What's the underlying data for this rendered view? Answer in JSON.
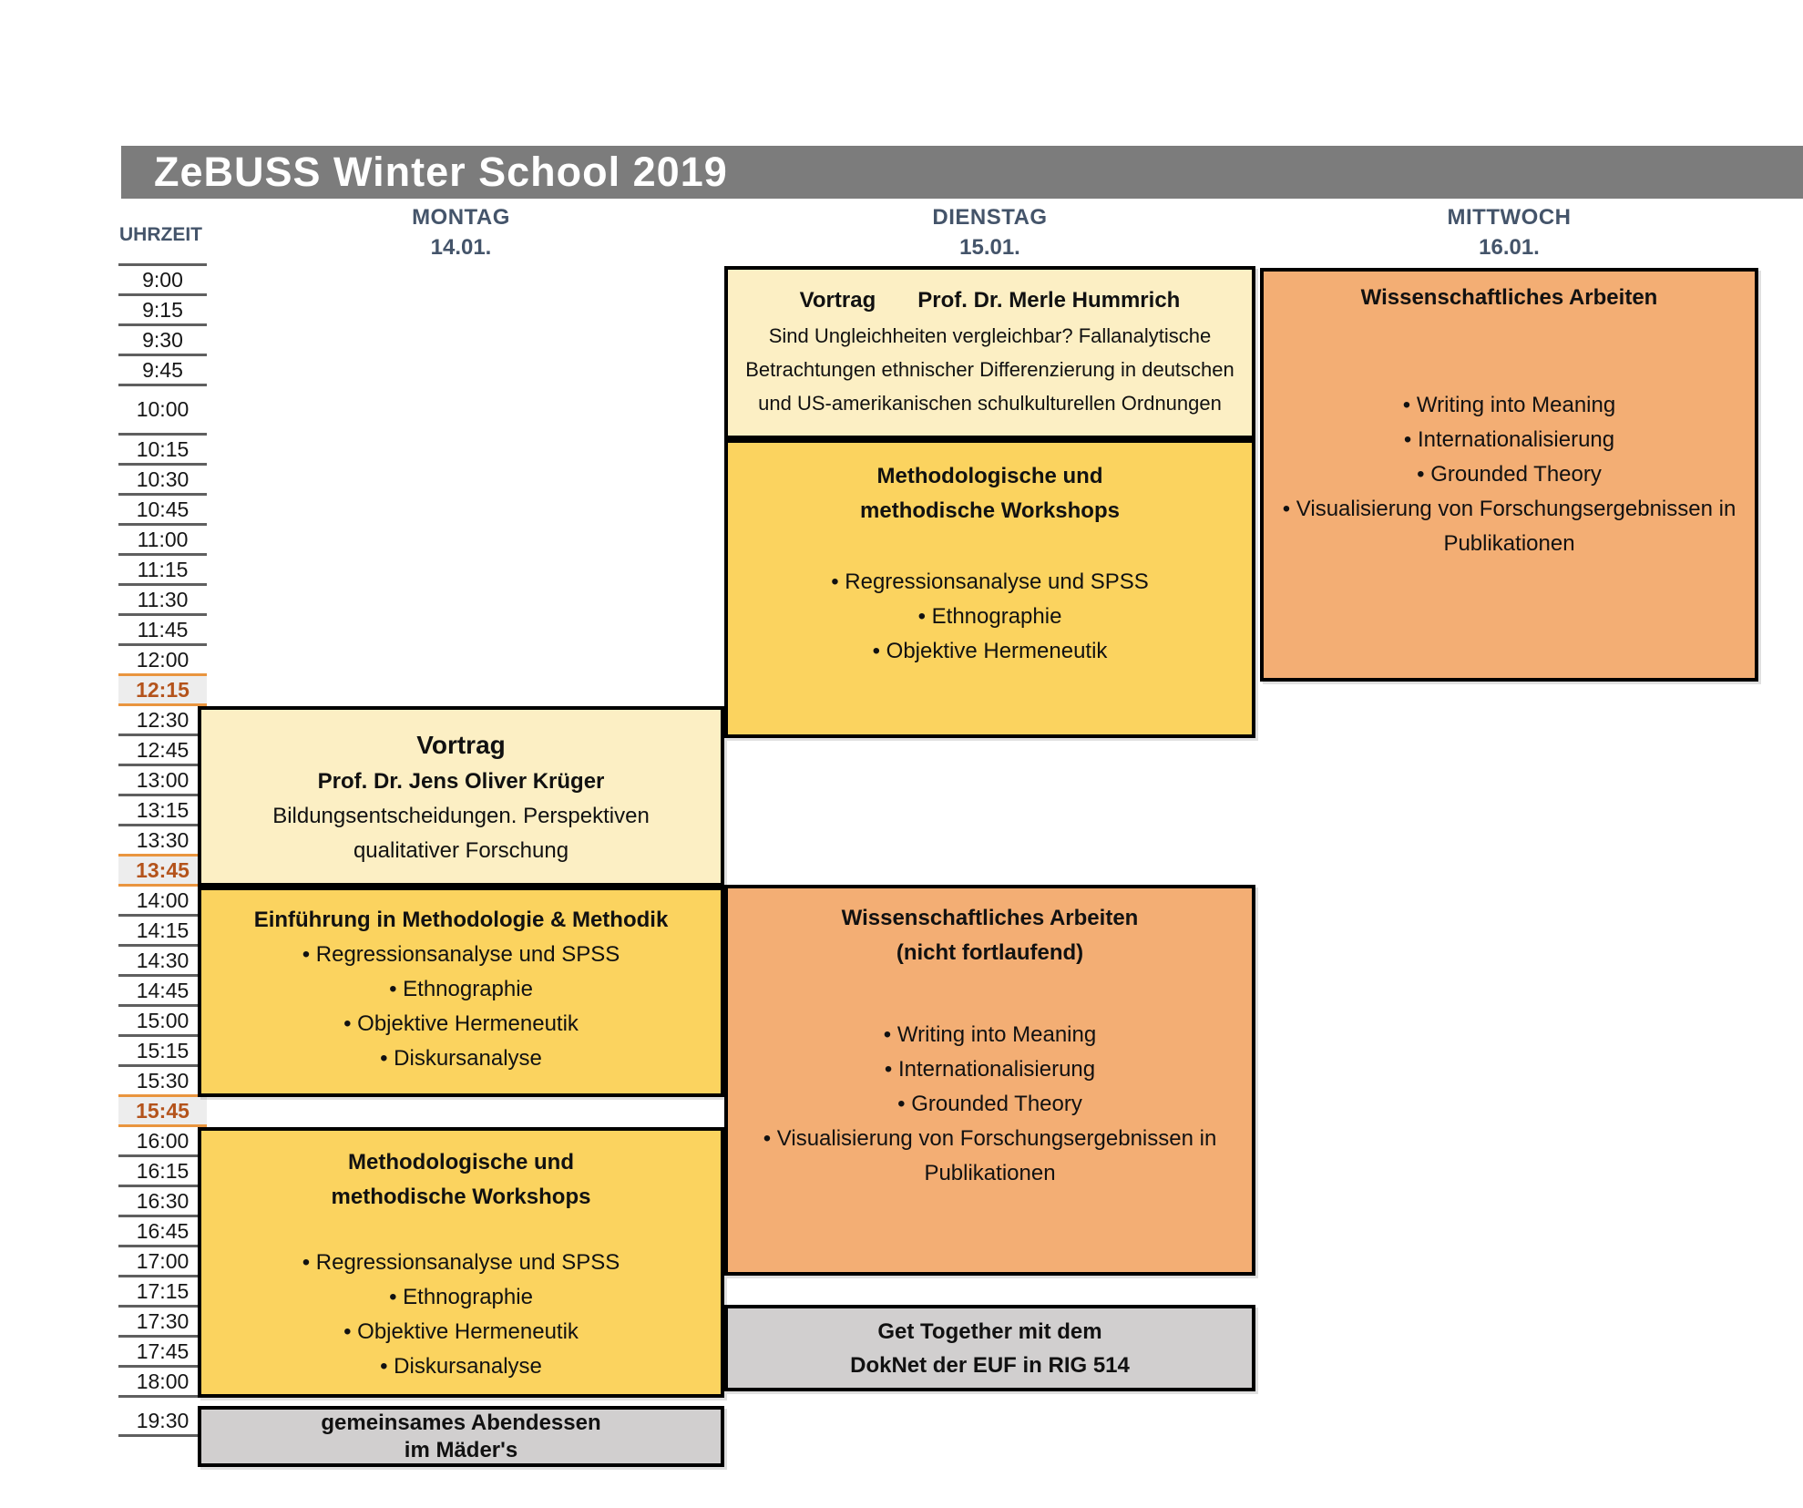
{
  "title_bar": {
    "title": "ZeBUSS Winter School 2019"
  },
  "timeline": {
    "header": "UHRZEIT",
    "times": [
      "9:00",
      "9:15",
      "9:30",
      "9:45",
      "10:00",
      "10:15",
      "10:30",
      "10:45",
      "11:00",
      "11:15",
      "11:30",
      "11:45",
      "12:00",
      "12:15",
      "12:30",
      "12:45",
      "13:00",
      "13:15",
      "13:30",
      "13:45",
      "14:00",
      "14:15",
      "14:30",
      "14:45",
      "15:00",
      "15:15",
      "15:30",
      "15:45",
      "16:00",
      "16:15",
      "16:30",
      "16:45",
      "17:00",
      "17:15",
      "17:30",
      "17:45",
      "18:00"
    ],
    "highlighted": [
      "12:15",
      "13:45",
      "15:45"
    ],
    "tall": [
      "10:00"
    ],
    "dinner_time": "19:30"
  },
  "days": [
    {
      "name": "MONTAG",
      "date": "14.01."
    },
    {
      "name": "DIENSTAG",
      "date": "15.01."
    },
    {
      "name": "MITTWOCH",
      "date": "16.01."
    }
  ],
  "events": {
    "monday_vortrag": {
      "title": "Vortrag",
      "speaker": "Prof. Dr. Jens Oliver Krüger",
      "lines": [
        "Bildungsentscheidungen. Perspektiven",
        "qualitativer Forschung"
      ]
    },
    "monday_einfuehrung": {
      "title": "Einführung in Methodologie & Methodik",
      "bullets": [
        "Regressionsanalyse und SPSS",
        "Ethnographie",
        "Objektive Hermeneutik",
        "Diskursanalyse"
      ]
    },
    "monday_workshops": {
      "title_lines": [
        "Methodologische und",
        "methodische Workshops"
      ],
      "bullets": [
        "Regressionsanalyse und SPSS",
        "Ethnographie",
        "Objektive Hermeneutik",
        "Diskursanalyse"
      ]
    },
    "monday_dinner": {
      "lines": [
        "gemeinsames Abendessen",
        "im Mäder's"
      ]
    },
    "tuesday_vortrag": {
      "title": "Vortrag",
      "speaker": "Prof. Dr. Merle Hummrich",
      "lines": [
        "Sind Ungleichheiten vergleichbar? Fallanalytische",
        "Betrachtungen ethnischer Differenzierung in deutschen",
        "und US-amerikanischen schulkulturellen Ordnungen"
      ]
    },
    "tuesday_workshops": {
      "title_lines": [
        "Methodologische und",
        "methodische Workshops"
      ],
      "bullets": [
        "Regressionsanalyse und SPSS",
        "Ethnographie",
        "Objektive Hermeneutik"
      ]
    },
    "tuesday_wiss": {
      "title_lines": [
        "Wissenschaftliches Arbeiten",
        "(nicht fortlaufend)"
      ],
      "bullets": [
        "Writing into Meaning",
        "Internationalisierung",
        "Grounded Theory",
        "Visualisierung von Forschungsergebnissen in Publikationen"
      ]
    },
    "tuesday_gettogether": {
      "lines": [
        "Get Together mit dem",
        "DokNet der EUF in RIG 514"
      ]
    },
    "wednesday_wiss": {
      "title_lines": [
        "Wissenschaftliches Arbeiten"
      ],
      "bullets": [
        "Writing into Meaning",
        "Internationalisierung",
        "Grounded Theory",
        "Visualisierung von Forschungsergebnissen in Publikationen"
      ]
    }
  },
  "colors": {
    "bar": "#7C7C7C",
    "header": "#44546A",
    "gridline": "#5F5F5F",
    "hlbg": "#EDEDED",
    "hltext": "#B4531B",
    "hlborder": "#E9953F",
    "cream": "#FCEFC4",
    "yellow": "#FBD35F",
    "orange": "#F3AE74",
    "grayev": "#D1CFCF"
  }
}
